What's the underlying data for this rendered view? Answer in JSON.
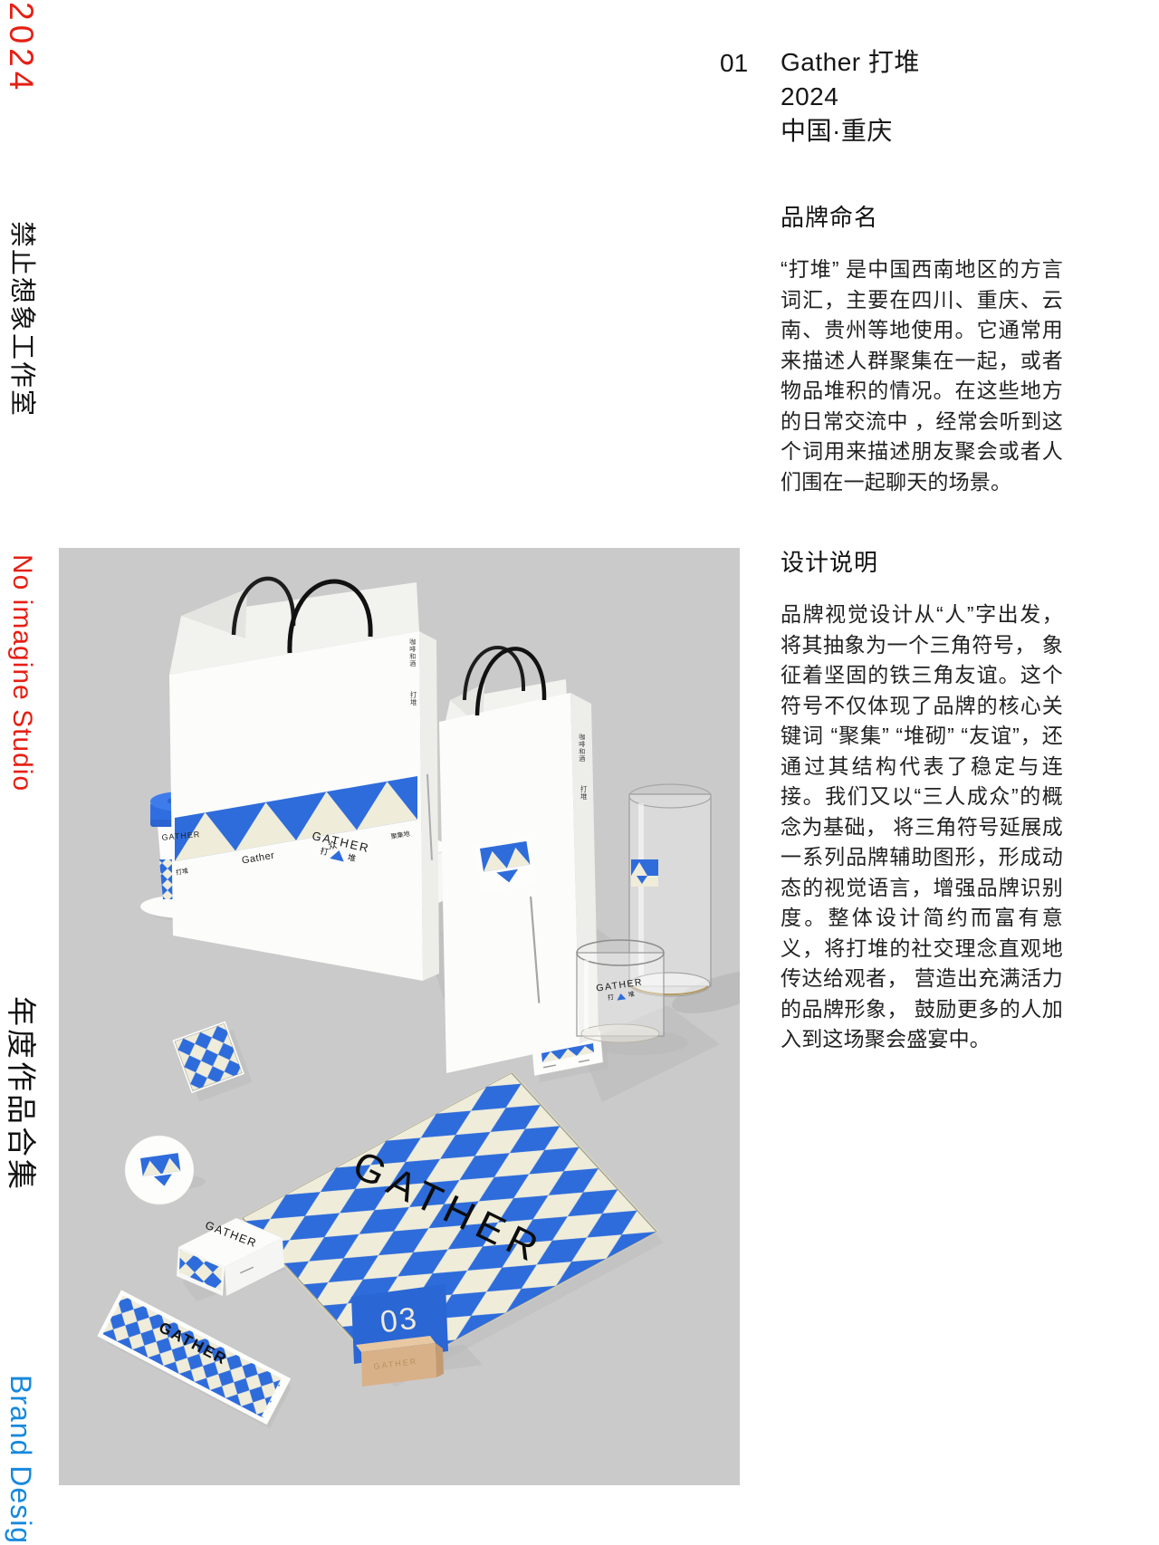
{
  "colors": {
    "page_bg": "#ffffff",
    "photo_bg": "#cacaca",
    "pattern_blue": "#2e6cdb",
    "cream": "#efecda",
    "accent_red": "#e51f14",
    "accent_blue": "#1789dd",
    "ink": "#1a1a1a",
    "wood": "#d8b088"
  },
  "left_rail": {
    "year": "2024",
    "studio_zh": "禁止想象工作室",
    "studio_en": "No imagine Studio",
    "collection_zh": "年度作品合集",
    "category_en": "Brand Design"
  },
  "header": {
    "index": "01",
    "title": "Gather 打堆",
    "year": "2024",
    "location": "中国·重庆"
  },
  "sections": {
    "naming": {
      "heading": "品牌命名",
      "body": "“打堆” 是中国西南地区的方言词汇，主要在四川、重庆、云南、贵州等地使用。它通常用来描述人群聚集在一起，或者物品堆积的情况。在这些地方的日常交流中 ，经常会听到这个词用来描述朋友聚会或者人们围在一起聊天的场景。"
    },
    "design": {
      "heading": "设计说明",
      "body": "品牌视觉设计从“人”字出发， 将其抽象为一个三角符号， 象征着坚固的铁三角友谊。这个符号不仅体现了品牌的核心关键词 “聚集” “堆砌” “友谊”，还通过其结构代表了稳定与连接。我们又以“三人成众”的概念为基础， 将三角符号延展成一系列品牌辅助图形，形成动态的视觉语言，增强品牌识别度。整体设计简约而富有意义，将打堆的社交理念直观地传达给观者， 营造出充满活力的品牌形象， 鼓励更多的人加入到这场聚会盛宴中。"
    }
  },
  "photo": {
    "bag_large": {
      "band_left": "打堆",
      "band_brand": "Gather",
      "band_mid": "众",
      "band_right": "聚集地",
      "side_top": "咖啡和酒",
      "side_bottom": "打堆"
    },
    "bag_small": {
      "side_top": "咖啡和酒",
      "side_bottom": "打堆"
    },
    "cup": {
      "brand": "GATHER"
    },
    "gift_box": {
      "brand": "GATHER",
      "zh_left": "打",
      "zh_right": "堆"
    },
    "glass_short": {
      "brand": "GATHER",
      "zh_left": "打",
      "zh_right": "堆"
    },
    "placemat": {
      "brand": "GATHER"
    },
    "small_box": {
      "brand": "GATHER"
    },
    "table_sign": {
      "number": "03",
      "base_brand": "GATHER"
    },
    "wrapper": {
      "brand": "GATHER"
    }
  }
}
